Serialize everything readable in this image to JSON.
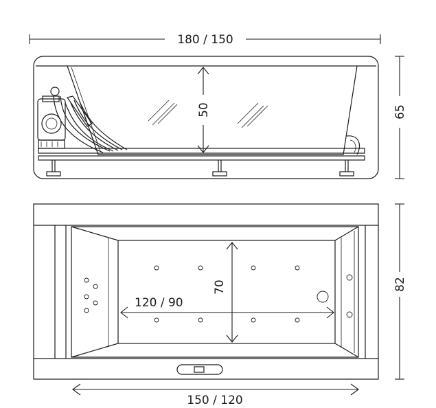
{
  "dimensions": {
    "overall_length": "180 / 150",
    "total_height": "65",
    "inner_depth": "50",
    "width": "82",
    "inner_width": "70",
    "inner_length": "120 / 90",
    "bottom_length": "150 / 120"
  }
}
